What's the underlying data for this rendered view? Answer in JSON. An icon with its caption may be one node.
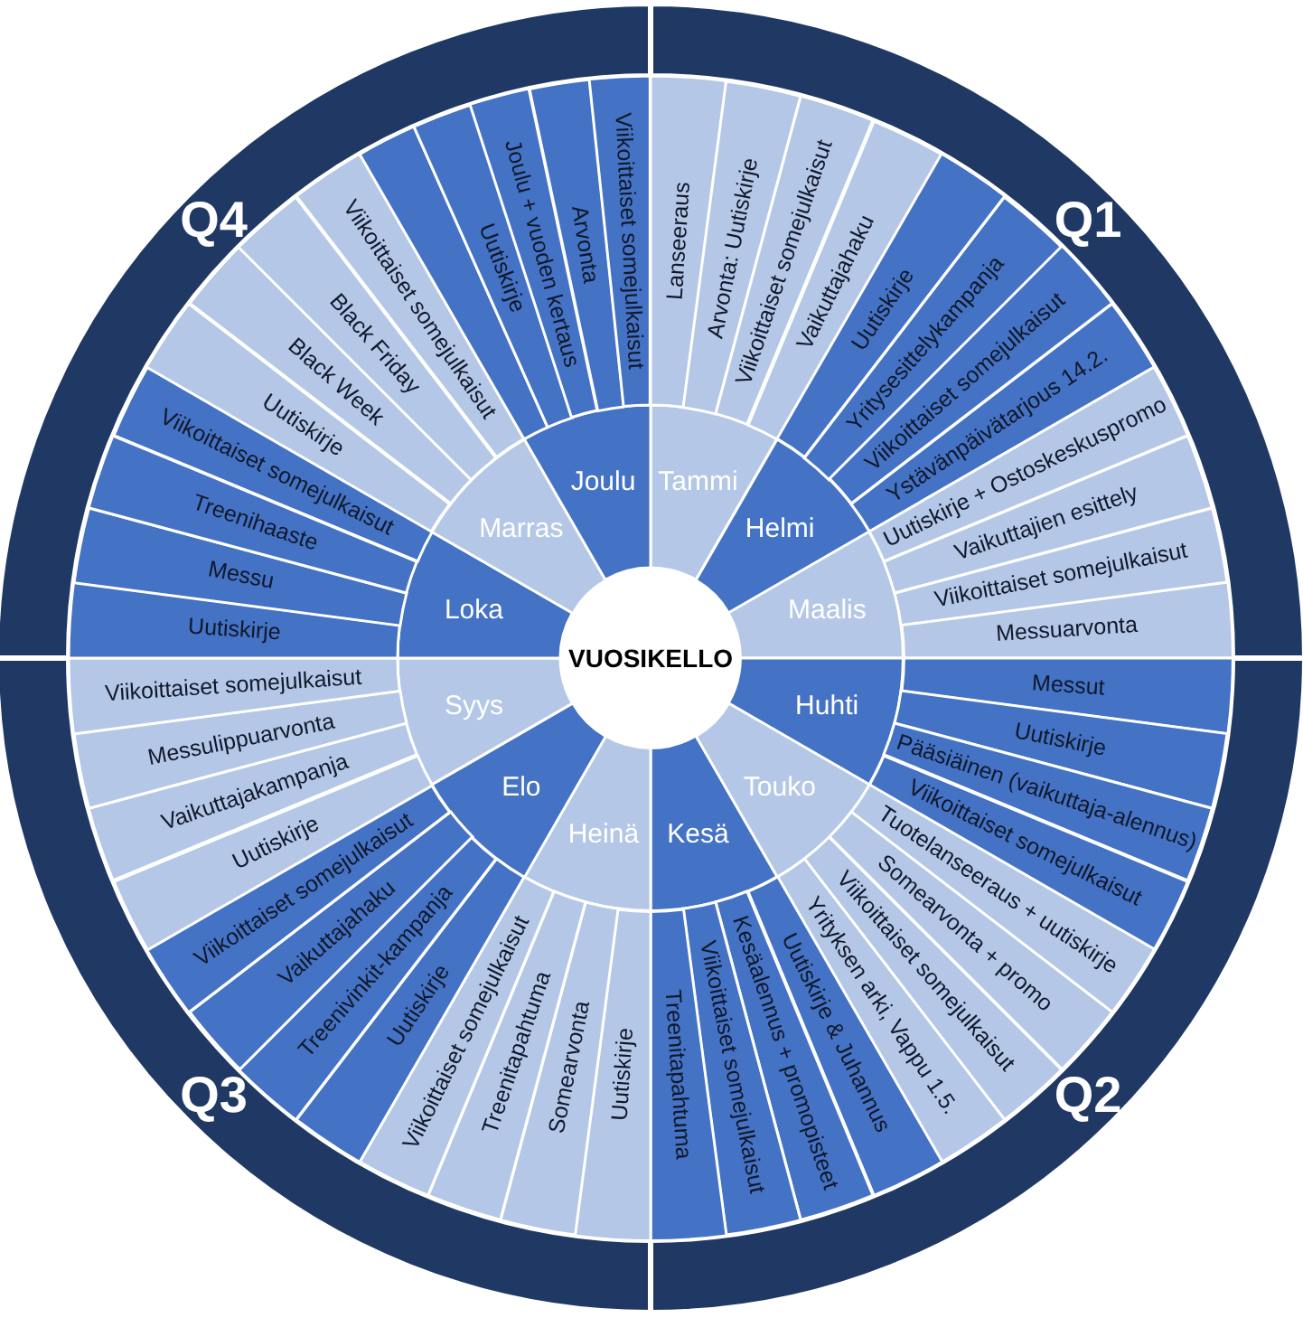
{
  "diagram": {
    "nodes": [
      {
        "text": [
          "VUOSIKELLO"
        ]
      },
      {
        "text": [
          "Q1"
        ]
      },
      {
        "text": [
          "Q2"
        ]
      },
      {
        "text": [
          "Q3"
        ]
      },
      {
        "text": [
          "Q4"
        ]
      },
      {
        "text": [
          "Tammi"
        ]
      },
      {
        "text": [
          "Lanseeraus"
        ]
      },
      {
        "text": [
          "Arvonta: Uutiskirje"
        ]
      },
      {
        "text": [
          "Viikoittaiset somejulkaisut"
        ]
      },
      {
        "text": [
          "Vaikuttajahaku"
        ]
      },
      {
        "text": [
          "Helmi"
        ]
      },
      {
        "text": [
          "Uutiskirje"
        ]
      },
      {
        "text": [
          "Yritysesittelykampanja"
        ]
      },
      {
        "text": [
          "Viikoittaiset somejulkaisut"
        ]
      },
      {
        "text": [
          "Ystävänpäivätarjous 14.2."
        ]
      },
      {
        "text": [
          "Maalis"
        ]
      },
      {
        "text": [
          "Uutiskirje + Ostoskeskuspromo"
        ]
      },
      {
        "text": [
          "Vaikuttajien esittely"
        ]
      },
      {
        "text": [
          "Viikoittaiset somejulkaisut"
        ]
      },
      {
        "text": [
          "Messuarvonta"
        ]
      },
      {
        "text": [
          "Huhti"
        ]
      },
      {
        "text": [
          "Messut"
        ]
      },
      {
        "text": [
          "Uutiskirje"
        ]
      },
      {
        "text": [
          "Pääsiäinen (vaikuttaja-alennus)"
        ]
      },
      {
        "text": [
          "Viikoittaiset somejulkaisut"
        ]
      },
      {
        "text": [
          "Touko"
        ]
      },
      {
        "text": [
          "Tuotelanseeraus + uutiskirje"
        ]
      },
      {
        "text": [
          "Somearvonta + promo"
        ]
      },
      {
        "text": [
          "Viikoittaiset somejulkaisut"
        ]
      },
      {
        "text": [
          "Yrityksen arki, Vappu 1.5."
        ]
      },
      {
        "text": [
          "Kesä"
        ]
      },
      {
        "text": [
          "Uutiskirje & Juhannus"
        ]
      },
      {
        "text": [
          "Kesäalennus + promopisteet"
        ]
      },
      {
        "text": [
          "Viikoittaiset somejulkaisut"
        ]
      },
      {
        "text": [
          "Treenitapahtuma"
        ]
      },
      {
        "text": [
          "Heinä"
        ]
      },
      {
        "text": [
          "Uutiskirje"
        ]
      },
      {
        "text": [
          "Somearvonta"
        ]
      },
      {
        "text": [
          "Treenitapahtuma"
        ]
      },
      {
        "text": [
          "Viikoittaiset somejulkaisut"
        ]
      },
      {
        "text": [
          "Elo"
        ]
      },
      {
        "text": [
          "Uutiskirje"
        ]
      },
      {
        "text": [
          "Treenivinkit-kampanja"
        ]
      },
      {
        "text": [
          "Vaikuttajahaku"
        ]
      },
      {
        "text": [
          "Viikoittaiset somejulkaisut"
        ]
      },
      {
        "text": [
          "Syys"
        ]
      },
      {
        "text": [
          "Uutiskirje"
        ]
      },
      {
        "text": [
          "Vaikuttajakampanja"
        ]
      },
      {
        "text": [
          "Messulippuarvonta"
        ]
      },
      {
        "text": [
          "Viikoittaiset somejulkaisut"
        ]
      },
      {
        "text": [
          "Loka"
        ]
      },
      {
        "text": [
          "Uutiskirje"
        ]
      },
      {
        "text": [
          "Messu"
        ]
      },
      {
        "text": [
          "Treenihaaste"
        ]
      },
      {
        "text": [
          "Viikoittaiset somejulkaisut"
        ]
      },
      {
        "text": [
          "Marras"
        ]
      },
      {
        "text": [
          "Uutiskirje"
        ]
      },
      {
        "text": [
          "Black Week"
        ]
      },
      {
        "text": [
          "Black Friday"
        ]
      },
      {
        "text": [
          "Viikoittaiset somejulkaisut"
        ]
      },
      {
        "text": [
          "Joulu"
        ]
      },
      {
        "text": [],
        "shape": "wedge"
      },
      {
        "text": [
          "Uutiskirje"
        ]
      },
      {
        "text": [
          "Joulu + vuoden kertaus"
        ]
      },
      {
        "text": [
          "Arvonta"
        ]
      },
      {
        "text": [
          "Viikoittaiset somejulkaisut"
        ]
      }
    ]
  }
}
